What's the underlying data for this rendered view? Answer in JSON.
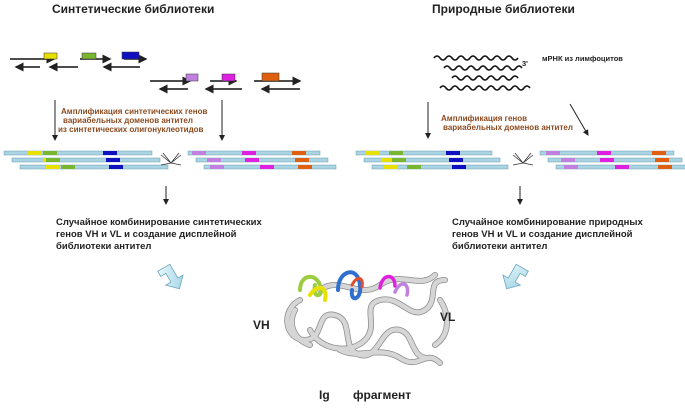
{
  "left": {
    "title": "Синтетические библиотеки",
    "note_lines": [
      "Амплификация синтетических  генов",
      "вариабельных доменов антител",
      "из синтетических олигонуклеотидов"
    ],
    "desc_lines": [
      "Случайное комбинирование синтетических",
      "генов VH  и VL и создание дисплейной",
      "библиотеки антител"
    ]
  },
  "right": {
    "title": "Природные библиотеки",
    "mrna_label": "мРНК из лимфоцитов",
    "mrna_end": "3'",
    "note_lines": [
      "Амплификация генов",
      "вариабельных доменов антител"
    ],
    "desc_lines": [
      "Случайное комбинирование природных",
      "генов VH  и VL и создание дисплейной",
      "библиотеки антител"
    ]
  },
  "structure": {
    "vh_label": "VH",
    "vl_label": "VL",
    "caption_ig": "Ig",
    "caption_frag": "фрагмент"
  },
  "colors": {
    "segment_yellow": "#e8e000",
    "segment_green": "#7ab530",
    "segment_blue": "#1010c0",
    "segment_lilac": "#c080e0",
    "segment_magenta": "#e020e0",
    "segment_orange": "#e06010",
    "strand_fill": "#a9d4e4",
    "note_brown": "#8b4a1f"
  }
}
